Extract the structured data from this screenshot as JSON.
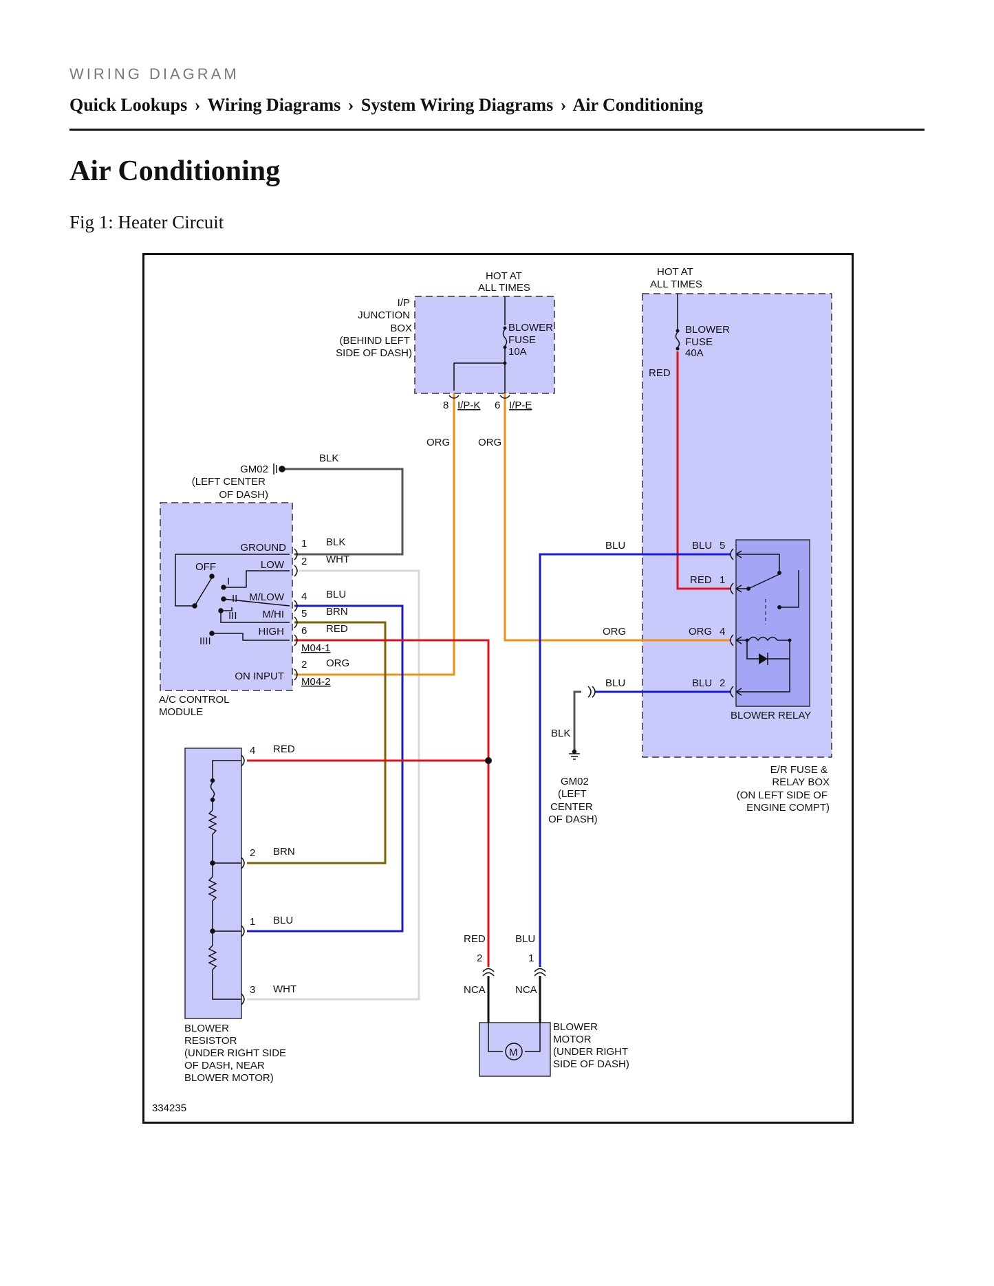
{
  "header": {
    "kicker": "WIRING DIAGRAM",
    "breadcrumb": [
      "Quick Lookups",
      "Wiring Diagrams",
      "System Wiring Diagrams",
      "Air Conditioning"
    ],
    "separator": "›"
  },
  "page_title": "Air Conditioning",
  "figure_caption": "Fig 1: Heater Circuit",
  "diagram": {
    "figure_id": "334235",
    "hot_left": [
      "HOT AT",
      "ALL TIMES"
    ],
    "hot_right": [
      "HOT AT",
      "ALL TIMES"
    ],
    "ip_box": [
      "I/P",
      "JUNCTION",
      "BOX",
      "(BEHIND LEFT",
      "SIDE OF DASH)"
    ],
    "ip_fuse": [
      "BLOWER",
      "FUSE",
      "10A"
    ],
    "ip_pins": {
      "left_num": "8",
      "left_conn": "I/P-K",
      "right_num": "6",
      "right_conn": "I/P-E"
    },
    "er_fuse": [
      "BLOWER",
      "FUSE",
      "40A"
    ],
    "er_box": [
      "E/R FUSE &",
      "RELAY BOX",
      "(ON LEFT SIDE OF",
      "ENGINE COMPT)"
    ],
    "ground_top": [
      "GM02",
      "(LEFT CENTER",
      "OF DASH)"
    ],
    "ground_bottom": [
      "GM02",
      "(LEFT",
      "CENTER",
      "OF DASH)"
    ],
    "module": [
      "A/C CONTROL",
      "MODULE"
    ],
    "module_pins": [
      "GROUND",
      "LOW",
      "M/LOW",
      "M/HI",
      "HIGH",
      "ON INPUT"
    ],
    "switch_labels": [
      "OFF",
      "I",
      "II",
      "III",
      "IIII"
    ],
    "module_pin_nums": [
      "1",
      "2",
      "4",
      "5",
      "6",
      "2"
    ],
    "module_wires": [
      "BLK",
      "WHT",
      "BLU",
      "BRN",
      "RED",
      "ORG"
    ],
    "connectors": [
      "M04-1",
      "M04-2"
    ],
    "resistor": [
      "BLOWER",
      "RESISTOR",
      "(UNDER RIGHT SIDE",
      "OF DASH, NEAR",
      "BLOWER MOTOR)"
    ],
    "resistor_pins": [
      {
        "num": "4",
        "wire": "RED"
      },
      {
        "num": "2",
        "wire": "BRN"
      },
      {
        "num": "1",
        "wire": "BLU"
      },
      {
        "num": "3",
        "wire": "WHT"
      }
    ],
    "motor": [
      "BLOWER",
      "MOTOR",
      "(UNDER RIGHT",
      "SIDE OF DASH)"
    ],
    "motor_symbol": "M",
    "motor_pins": [
      {
        "num": "2",
        "wire": "RED",
        "conn": "NCA"
      },
      {
        "num": "1",
        "wire": "BLU",
        "conn": "NCA"
      }
    ],
    "relay": "BLOWER RELAY",
    "relay_pins": [
      {
        "num": "5",
        "wire": "BLU"
      },
      {
        "num": "1",
        "wire": "RED"
      },
      {
        "num": "4",
        "wire": "ORG"
      },
      {
        "num": "2",
        "wire": "BLU"
      }
    ],
    "wire_labels": {
      "blk_top": "BLK",
      "org_left": "ORG",
      "org_right": "ORG",
      "red_er": "RED",
      "blu_relay5": "BLU",
      "org_relay4": "ORG",
      "blu_relay2": "BLU",
      "blk_ground": "BLK"
    },
    "colors": {
      "panel": "#c9c9fb",
      "panel_dark": "#a5a5f5",
      "red": "#e0101a",
      "blue": "#1a1ad0",
      "orange": "#f09010",
      "brown": "#806000",
      "white_wire": "#d8d8d8",
      "black_wire": "#555555"
    }
  }
}
